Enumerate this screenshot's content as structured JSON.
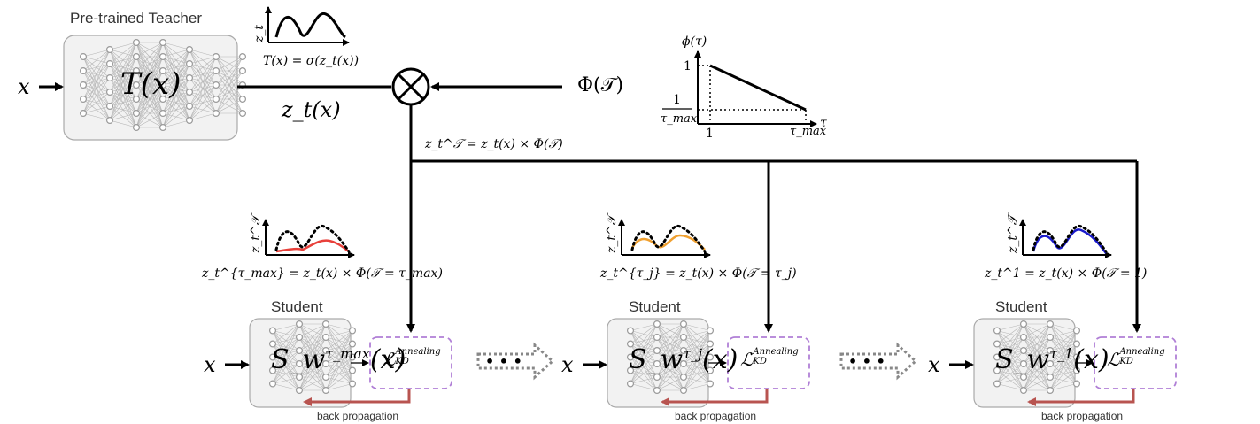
{
  "teacher": {
    "title": "Pre-trained Teacher",
    "net_label": "T(x)",
    "input_label": "x",
    "output_label": "z_t(x)",
    "curve_axis_label": "z_t",
    "curve_caption": "T(x) = σ(z_t(x))"
  },
  "combiner": {
    "operator": "⊗",
    "phi_label": "Φ(𝒯)",
    "output_caption": "z_t^𝒯 = z_t(x) × Φ(𝒯)"
  },
  "phi_plot": {
    "y_axis_label": "ϕ(τ)",
    "x_axis_label": "τ",
    "y_tick_top": "1",
    "y_tick_low_num": "1",
    "y_tick_low_den": "τ_max",
    "x_tick_left": "1",
    "x_tick_right": "τ_max"
  },
  "students": [
    {
      "title": "Student",
      "net_label_base": "S_w",
      "net_label_sup": "τ_max",
      "net_label_arg": "(x)",
      "input_label": "x",
      "loss_main": "ℒ",
      "loss_sup": "Annealing",
      "loss_sub": "KD",
      "backprop_label": "back propagation",
      "curve_axis_label": "z_t^𝒯",
      "curve_caption": "z_t^{τ_max} = z_t(x) × Φ(𝒯 = τ_max)",
      "curve_color": "#e8403a"
    },
    {
      "title": "Student",
      "net_label_base": "S_w",
      "net_label_sup": "τ_j",
      "net_label_arg": "(x)",
      "input_label": "x",
      "loss_main": "ℒ",
      "loss_sup": "Annealing",
      "loss_sub": "KD",
      "backprop_label": "back propagation",
      "curve_axis_label": "z_t^𝒯",
      "curve_caption": "z_t^{τ_j} = z_t(x) × Φ(𝒯 = τ_j)",
      "curve_color": "#f0a030"
    },
    {
      "title": "Student",
      "net_label_base": "S_w",
      "net_label_sup": "τ_1",
      "net_label_arg": "(x)",
      "input_label": "x",
      "loss_main": "ℒ",
      "loss_sup": "Annealing",
      "loss_sub": "KD",
      "backprop_label": "back propagation",
      "curve_axis_label": "z_t^𝒯",
      "curve_caption": "z_t^1 = z_t(x) × Φ(𝒯 = 1)",
      "curve_color": "#1a1acc"
    }
  ],
  "between_arrows": [
    {
      "glyph": "• • •"
    },
    {
      "glyph": "• • •"
    }
  ],
  "colors": {
    "net_fill": "#f2f2f2",
    "net_border": "#aaaaaa",
    "loss_border": "#b07fd6",
    "backprop": "#b85450"
  }
}
